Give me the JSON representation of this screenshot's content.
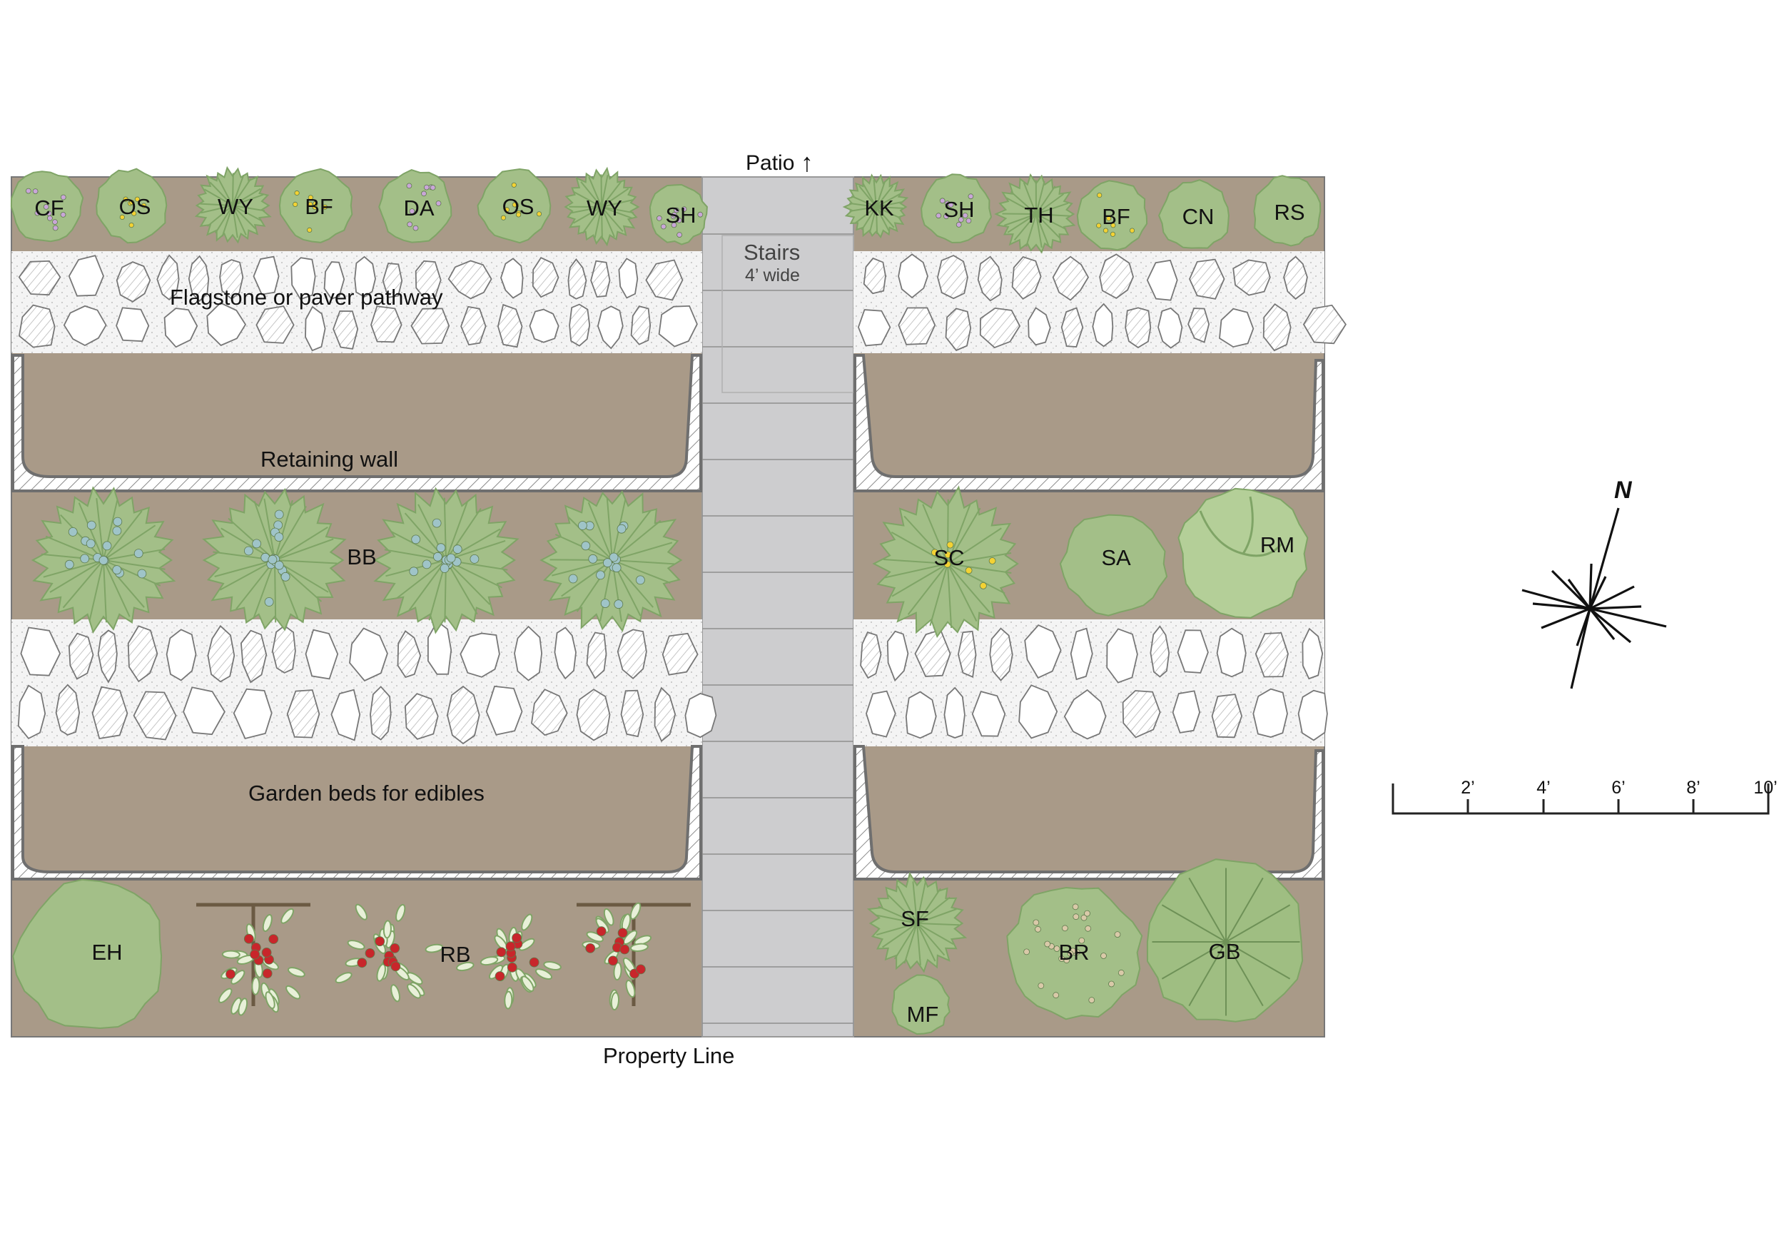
{
  "labels": {
    "patio": "Patio",
    "stairs": "Stairs",
    "stairs_width": "4’ wide",
    "pathway": "Flagstone or paver pathway",
    "retaining_wall": "Retaining wall",
    "garden_beds": "Garden beds for edibles",
    "property_line": "Property Line",
    "north": "N"
  },
  "scale_bar": {
    "ticks": [
      "2’",
      "4’",
      "6’",
      "8’",
      "10’"
    ]
  },
  "colors": {
    "soil": "#a99a88",
    "plant_light": "#a3bf88",
    "plant_dark": "#7fa466",
    "stairs": "#cdcdcf",
    "wall": "#6f6f6f",
    "berry_blue": "#9fc4c8",
    "tomato_red": "#c8262b",
    "flower_yellow": "#f3d234"
  },
  "plants": {
    "row1_left": [
      "CF",
      "OS",
      "WY",
      "BF",
      "DA",
      "OS",
      "WY",
      "SH"
    ],
    "row1_right": [
      "KK",
      "SH",
      "TH",
      "BF",
      "CN",
      "RS"
    ],
    "row2_left": "BB",
    "row2_right": [
      "SC",
      "SA",
      "RM"
    ],
    "row3_left": [
      "EH",
      "RB"
    ],
    "row3_right": [
      "SF",
      "MF",
      "BR",
      "GB"
    ]
  }
}
